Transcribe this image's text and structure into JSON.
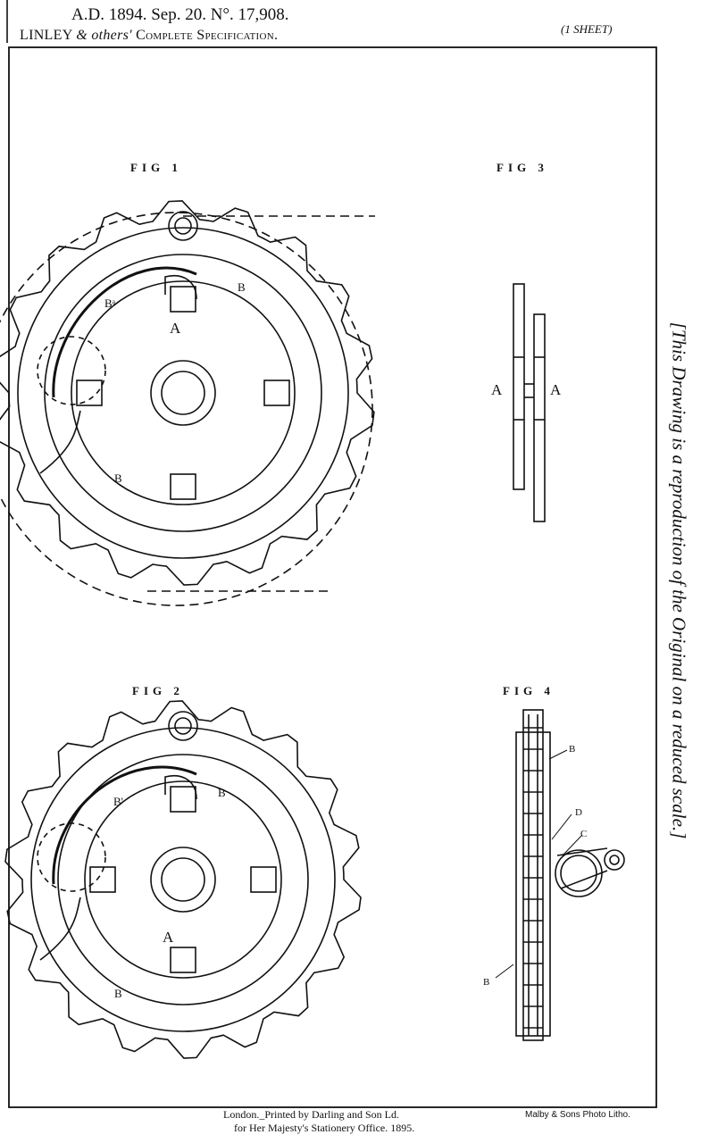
{
  "header": {
    "line1": "A.D. 1894. Sep. 20. N°. 17,908.",
    "applicant": "LINLEY",
    "others": "& others'",
    "spec": "Complete Specification.",
    "sheets": "(1 SHEET)"
  },
  "side_note": "[This Drawing is a reproduction of the Original on a reduced scale.]",
  "figures": {
    "fig1": {
      "title": "FIG 1",
      "labels": [
        "A",
        "B",
        "Bᵃ",
        "B"
      ]
    },
    "fig2": {
      "title": "FIG 2",
      "labels": [
        "A",
        "B",
        "B'",
        "B"
      ]
    },
    "fig3": {
      "title": "FIG 3",
      "labels": [
        "A",
        "A"
      ]
    },
    "fig4": {
      "title": "FIG 4",
      "labels": [
        "B",
        "D",
        "C",
        "B"
      ]
    }
  },
  "footer": {
    "printer_line1": "London._Printed by Darling and Son Ld.",
    "printer_line2": "for Her Majesty's Stationery Office. 1895.",
    "litho": "Malby & Sons Photo Litho."
  }
}
